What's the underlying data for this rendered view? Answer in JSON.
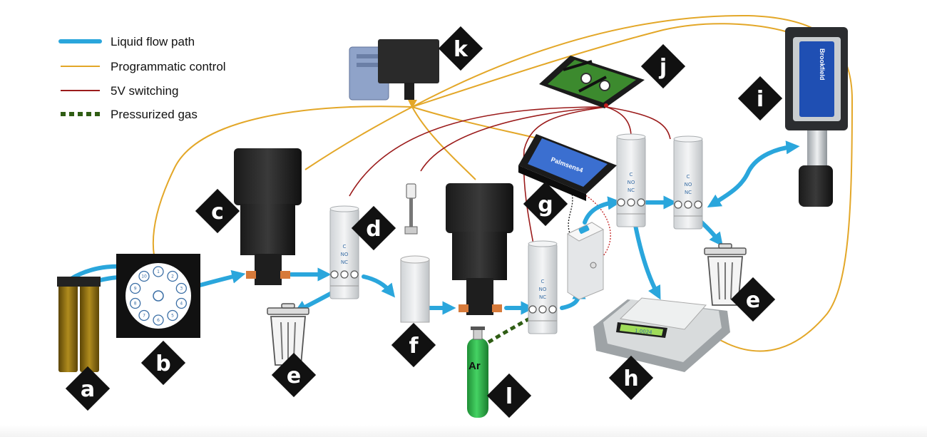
{
  "legend": {
    "liquid_flow": "Liquid flow path",
    "programmatic": "Programmatic control",
    "switching": "5V switching",
    "gas": "Pressurized gas"
  },
  "colors": {
    "liquid": "#2aa6dc",
    "control": "#e3a728",
    "switching": "#9b1b1b",
    "gas": "#2f5d14",
    "badge": "#111111",
    "cylinder": "#2fb84a",
    "vial": "#8a6a10"
  },
  "labels": {
    "a": "a",
    "b": "b",
    "c": "c",
    "d": "d",
    "e1": "e",
    "e2": "e",
    "f": "f",
    "g": "g",
    "h": "h",
    "i": "i",
    "j": "j",
    "k": "k",
    "l": "l"
  },
  "devices": {
    "viscometer_brand": "Brookfield",
    "potentiostat_brand": "Palmsens4",
    "balance_display": "1.0024",
    "gas": "Ar"
  },
  "valve_ports": [
    "C",
    "NO",
    "NC"
  ],
  "selector_ports": [
    "1",
    "2",
    "3",
    "4",
    "5",
    "6",
    "7",
    "8",
    "9",
    "10"
  ],
  "icons": {
    "vials": "sample-vials-icon",
    "selector": "selector-valve-icon",
    "pump": "pump-icon",
    "valve": "valve-icon",
    "trash": "waste-bin-icon",
    "syringe": "syringe-icon",
    "potentiostat": "potentiostat-icon",
    "balance": "balance-icon",
    "viscometer": "viscometer-icon",
    "relay": "relay-board-icon",
    "computer": "computer-icon",
    "cylinder": "gas-cylinder-icon"
  }
}
